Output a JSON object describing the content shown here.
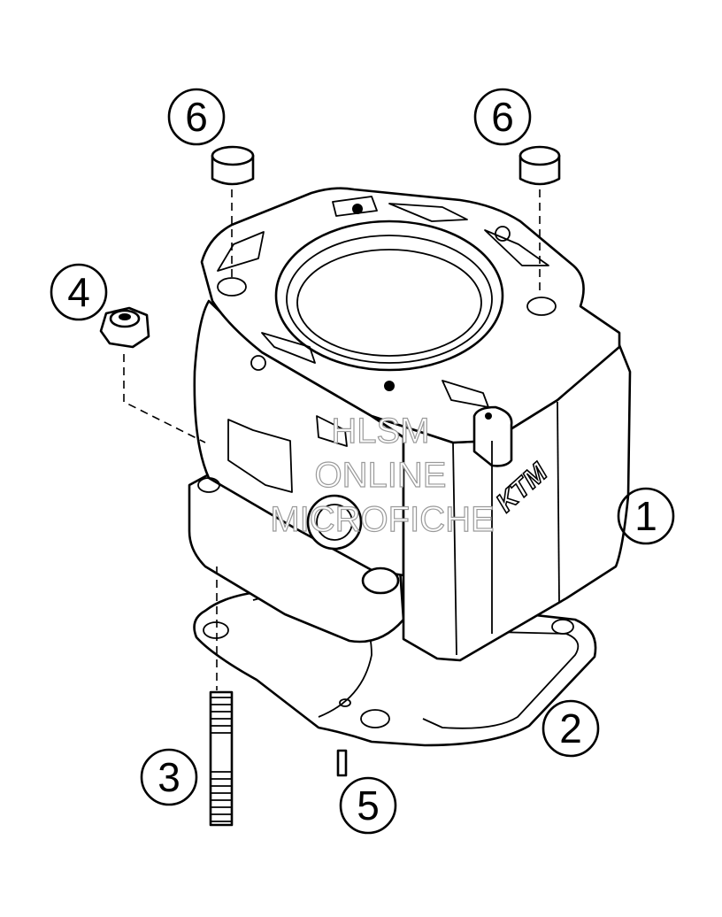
{
  "callouts": {
    "c1": "1",
    "c2": "2",
    "c3": "3",
    "c4": "4",
    "c5": "5",
    "c6a": "6",
    "c6b": "6"
  },
  "logo_text": "KTM",
  "watermark": {
    "line1": "HLSM",
    "line2": "ONLINE",
    "line3": "MICROFICHE"
  }
}
